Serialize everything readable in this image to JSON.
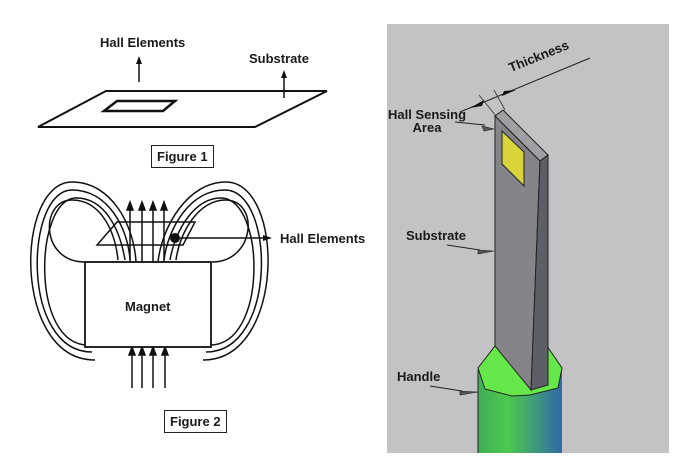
{
  "figure1": {
    "label_hall_elements": "Hall Elements",
    "label_substrate": "Substrate",
    "caption": "Figure 1"
  },
  "figure2": {
    "label_hall_elements": "Hall Elements",
    "magnet_label": "Magnet",
    "caption": "Figure 2"
  },
  "figure3": {
    "label_thickness": "Thickness",
    "label_hall_sensing_line1": "Hall Sensing",
    "label_hall_sensing_line2": "Area",
    "label_substrate": "Substrate",
    "label_handle": "Handle",
    "colors": {
      "background": "#c3c3c5",
      "substrate_front": "#858589",
      "substrate_side": "#5e5e66",
      "substrate_top": "#a0a0a4",
      "sensing_area": "#d8d43a",
      "handle_top": "#66e84a",
      "handle_body_left": "#4cc94a",
      "handle_body_right": "#2f6aa8"
    }
  }
}
